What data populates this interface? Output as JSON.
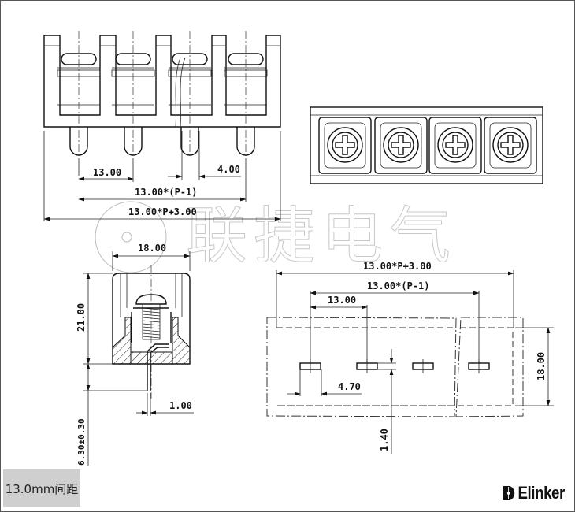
{
  "front_view": {
    "dim_pitch": "13.00",
    "dim_pin_width": "4.00",
    "dim_pitch_total": "13.00*(P-1)",
    "dim_overall": "13.00*P+3.00"
  },
  "side_view": {
    "dim_width": "18.00",
    "dim_height": "21.00",
    "dim_pin_length": "6.30±0.30",
    "dim_pin_thickness": "1.00"
  },
  "footprint_view": {
    "dim_overall": "13.00*P+3.00",
    "dim_pitch_total": "13.00*(P-1)",
    "dim_pitch": "13.00",
    "dim_slot_length": "4.70",
    "dim_depth": "18.00",
    "dim_slot_width": "1.40"
  },
  "watermark": "联捷电气",
  "spacing_label": "13.0mm间距",
  "brand": {
    "name": "Elinker",
    "icon": "elinker-logo-icon"
  }
}
